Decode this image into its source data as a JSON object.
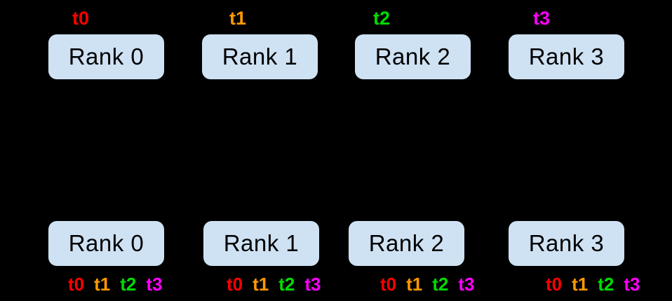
{
  "background": "#000000",
  "box": {
    "fill": "#cfe2f3",
    "text_color": "#000000"
  },
  "top_row": [
    {
      "rank": "Rank 0",
      "thread": "t0",
      "thread_color": "#ff0000"
    },
    {
      "rank": "Rank 1",
      "thread": "t1",
      "thread_color": "#ff9900"
    },
    {
      "rank": "Rank 2",
      "thread": "t2",
      "thread_color": "#00dd00"
    },
    {
      "rank": "Rank 3",
      "thread": "t3",
      "thread_color": "#ff00ff"
    }
  ],
  "bottom_row": [
    {
      "rank": "Rank 0",
      "threads": [
        {
          "label": "t0",
          "color": "#ff0000"
        },
        {
          "label": "t1",
          "color": "#ff9900"
        },
        {
          "label": "t2",
          "color": "#00dd00"
        },
        {
          "label": "t3",
          "color": "#ff00ff"
        }
      ]
    },
    {
      "rank": "Rank 1",
      "threads": [
        {
          "label": "t0",
          "color": "#ff0000"
        },
        {
          "label": "t1",
          "color": "#ff9900"
        },
        {
          "label": "t2",
          "color": "#00dd00"
        },
        {
          "label": "t3",
          "color": "#ff00ff"
        }
      ]
    },
    {
      "rank": "Rank 2",
      "threads": [
        {
          "label": "t0",
          "color": "#ff0000"
        },
        {
          "label": "t1",
          "color": "#ff9900"
        },
        {
          "label": "t2",
          "color": "#00dd00"
        },
        {
          "label": "t3",
          "color": "#ff00ff"
        }
      ]
    },
    {
      "rank": "Rank 3",
      "threads": [
        {
          "label": "t0",
          "color": "#ff0000"
        },
        {
          "label": "t1",
          "color": "#ff9900"
        },
        {
          "label": "t2",
          "color": "#00dd00"
        },
        {
          "label": "t3",
          "color": "#ff00ff"
        }
      ]
    }
  ]
}
